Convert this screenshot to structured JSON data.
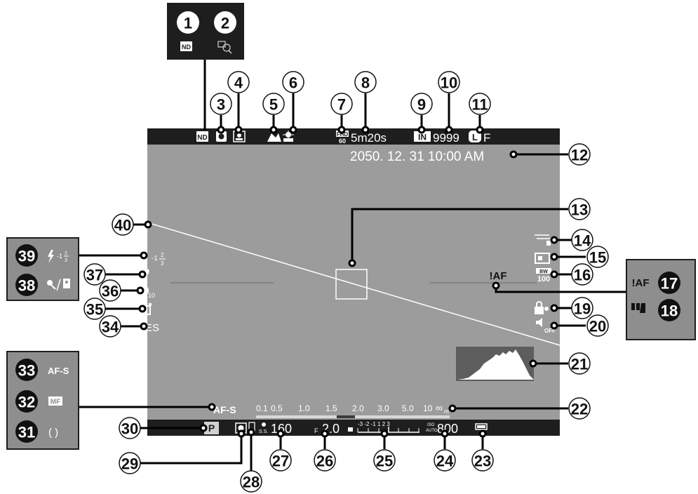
{
  "display": {
    "colors": {
      "screen": "#9c9c9c",
      "bar": "#1e1e1e",
      "panel": "#1e1e1e",
      "inset": "#8e8e8e",
      "callout_dark": "#111111",
      "callout_light": "#ffffff"
    },
    "top_bar": {
      "nd_text": "ND",
      "movie_mode_top": "FHD",
      "movie_mode_bottom": "60",
      "record_time": "5m20s",
      "storage_text": "IN",
      "frames": "9999",
      "image_size": "L",
      "image_quality": "F"
    },
    "date_time": "2050. 12. 31   10:00  AM",
    "focus_indicator": "!AF",
    "film_sim_top": "BW",
    "film_sim_value": "100",
    "flash_compensation": "-1",
    "flash_fraction_num": "2",
    "flash_fraction_den": "3",
    "self_timer_value": "10",
    "electronic_shutter": "ES",
    "sound_off": "OFF",
    "focus_mode": "AF-S",
    "distance_scale": [
      "0.1",
      "0.5",
      "1.0",
      "1.5",
      "2.0",
      "3.0",
      "5.0",
      "10",
      "∞"
    ],
    "distance_unit": "m",
    "bottom_bar": {
      "mode": "P",
      "shutter_label": "S.S.",
      "shutter_speed": "160",
      "aperture_label": "F",
      "aperture": "2.0",
      "exposure_scale": "-3 -2 -1      1  2  3",
      "iso_label_top": "ISO",
      "iso_label_bottom": "AUTO",
      "iso": "800"
    }
  },
  "panels": {
    "top": {
      "callout_1": "1",
      "callout_2": "2",
      "nd_text": "ND"
    },
    "right": {
      "callout_17": "17",
      "callout_18": "18",
      "af_text": "!AF"
    },
    "left_flash": {
      "callout_39": "39",
      "callout_38": "38",
      "flash_text": "-1",
      "frac_num": "2",
      "frac_den": "3"
    },
    "left_focus": {
      "callout_33": "33",
      "callout_32": "32",
      "callout_31": "31",
      "afs_text": "AF-S",
      "mf_text": "MF",
      "bracket_text": "(  )"
    }
  },
  "callouts": {
    "c3": "3",
    "c4": "4",
    "c5": "5",
    "c6": "6",
    "c7": "7",
    "c8": "8",
    "c9": "9",
    "c10": "10",
    "c11": "11",
    "c12": "12",
    "c13": "13",
    "c14": "14",
    "c15": "15",
    "c16": "16",
    "c19": "19",
    "c20": "20",
    "c21": "21",
    "c22": "22",
    "c23": "23",
    "c24": "24",
    "c25": "25",
    "c26": "26",
    "c27": "27",
    "c28": "28",
    "c29": "29",
    "c30": "30",
    "c34": "34",
    "c35": "35",
    "c36": "36",
    "c37": "37",
    "c40": "40"
  }
}
